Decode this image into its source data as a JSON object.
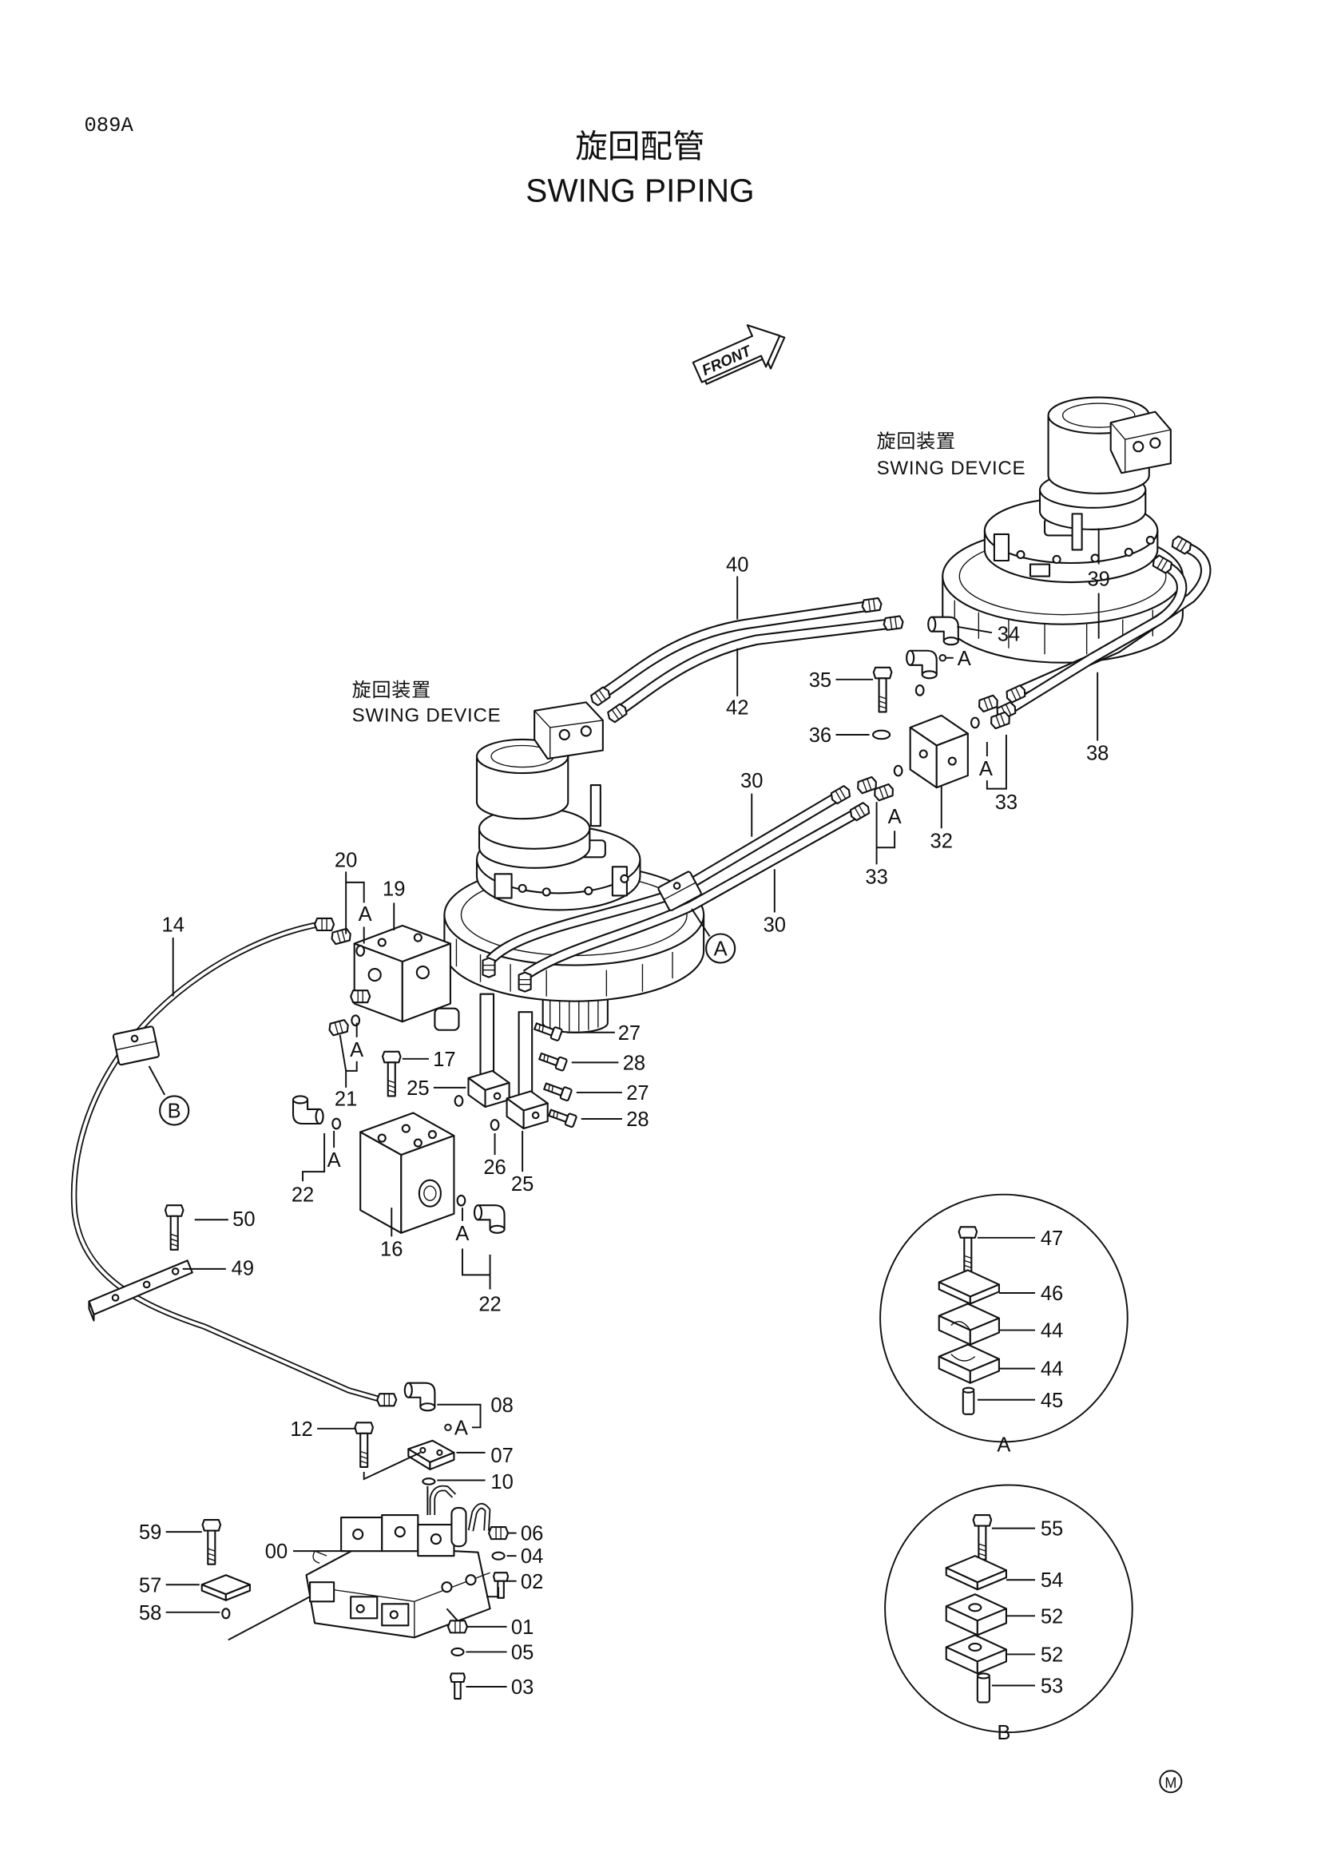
{
  "header": {
    "page_code": "089A",
    "title_jp": "旋回配管",
    "title_en": "SWING PIPING"
  },
  "front_arrow": {
    "label": "FRONT"
  },
  "assemblies": [
    {
      "label_jp": "旋回装置",
      "label_en": "SWING DEVICE"
    },
    {
      "label_jp": "旋回装置",
      "label_en": "SWING DEVICE"
    }
  ],
  "callouts": [
    "40",
    "42",
    "34",
    "A",
    "35",
    "36",
    "39",
    "38",
    "33",
    "A",
    "32",
    "33",
    "A",
    "30",
    "30",
    "20",
    "A",
    "19",
    "14",
    "A",
    "21",
    "17",
    "25",
    "27",
    "28",
    "27",
    "28",
    "26",
    "25",
    "A",
    "22",
    "16",
    "A",
    "22",
    "50",
    "49",
    "08",
    "A",
    "12",
    "07",
    "10",
    "59",
    "00",
    "06",
    "04",
    "02",
    "57",
    "58",
    "01",
    "05",
    "03"
  ],
  "view_refs": [
    "A",
    "B"
  ],
  "details": [
    {
      "label": "A",
      "callouts": [
        "47",
        "46",
        "44",
        "44",
        "45"
      ]
    },
    {
      "label": "B",
      "callouts": [
        "55",
        "54",
        "52",
        "52",
        "53"
      ]
    }
  ],
  "mark": "M"
}
